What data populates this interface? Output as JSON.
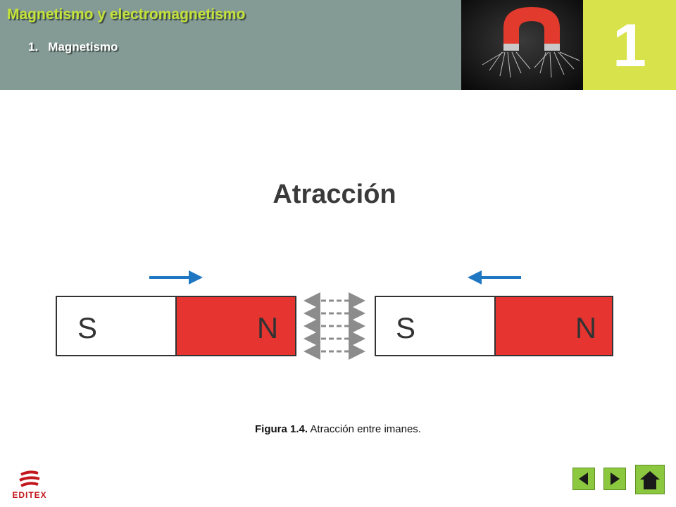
{
  "header": {
    "chapter_title": "Magnetismo y electromagnetismo",
    "section_number": "1.",
    "section_title": "Magnetismo",
    "chapter_number": "1",
    "photo_icon": "horseshoe-magnet-icon"
  },
  "figure": {
    "heading": "Atracción",
    "magnet_left": {
      "pole_left": "S",
      "pole_right": "N"
    },
    "magnet_right": {
      "pole_left": "S",
      "pole_right": "N"
    }
  },
  "caption": {
    "label": "Figura 1.4.",
    "text": "Atracción entre imanes."
  },
  "footer": {
    "logo_text": "EDITEX",
    "prev_icon": "arrow-left-icon",
    "next_icon": "arrow-right-icon",
    "home_icon": "home-icon"
  },
  "colors": {
    "header_bg": "#849a95",
    "chapter_title": "#c4e23a",
    "chapter_box": "#d8e24a",
    "pole_red": "#e63431",
    "arrow_blue": "#1f77c2",
    "nav_green": "#8bc83f"
  }
}
